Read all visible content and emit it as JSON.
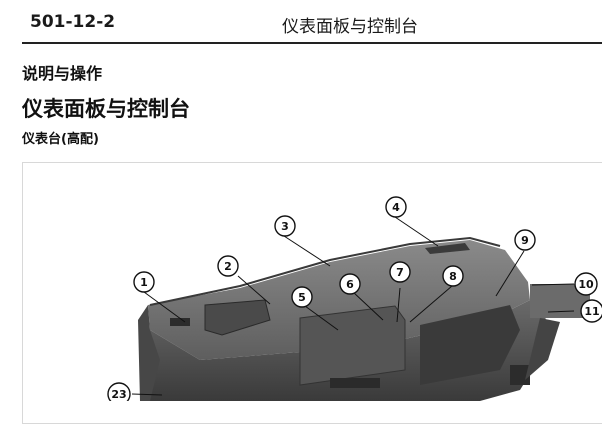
{
  "header": {
    "page_number": "501-12-2",
    "title": "仪表面板与控制台"
  },
  "section_label": "说明与操作",
  "main_title": "仪表面板与控制台",
  "subtitle": "仪表台(高配)",
  "figure": {
    "callouts": [
      "1",
      "2",
      "3",
      "4",
      "5",
      "6",
      "7",
      "8",
      "9",
      "10",
      "11",
      "23"
    ]
  }
}
